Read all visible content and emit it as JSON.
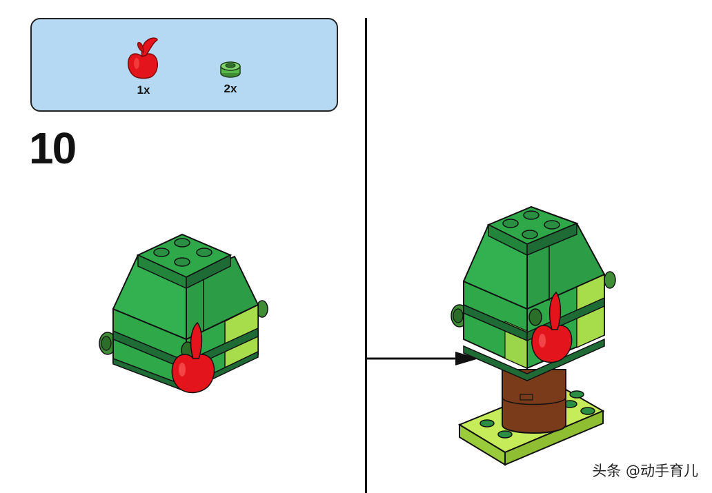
{
  "step": {
    "number": "10"
  },
  "parts": [
    {
      "icon": "red-apple-brick-icon",
      "qty": "1x",
      "color": "#e3141b"
    },
    {
      "icon": "green-round-stud-icon",
      "qty": "2x",
      "color": "#58b84a"
    }
  ],
  "watermark": "头条 @动手育儿",
  "colors": {
    "parts_panel": "#b6d9f3",
    "foliage_green": "#2fa84a",
    "dark_green": "#1f6b36",
    "lime": "#a7dc4b",
    "trunk_brown": "#7a3b1a",
    "apple_red": "#e3141b",
    "plate_lime": "#b4e04a"
  }
}
